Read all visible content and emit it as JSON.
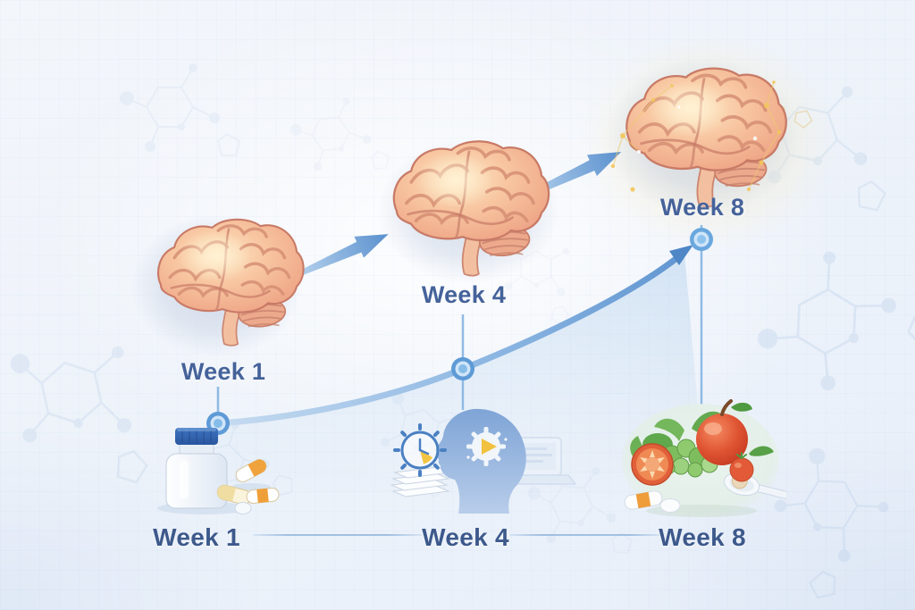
{
  "stages": [
    {
      "label": "Week 1"
    },
    {
      "label": "Week 4"
    },
    {
      "label": "Week 8"
    }
  ],
  "timeline": [
    {
      "label": "Week 1",
      "icon": "supplement-bottle-icon"
    },
    {
      "label": "Week 4",
      "icon": "cognitive-training-icon"
    },
    {
      "label": "Week 8",
      "icon": "healthy-nutrition-icon"
    }
  ],
  "colors": {
    "stage_label_text": "#45629a",
    "timeline_label_text": "#3d598c",
    "curve_start": "#c6dbf0",
    "curve_end": "#5e94d0",
    "arrow": "#5a90ce",
    "node": "#6aa3dc",
    "brain_base": "#f5bd9b",
    "glow": "#f2c75e",
    "background": "#eef3fa"
  }
}
